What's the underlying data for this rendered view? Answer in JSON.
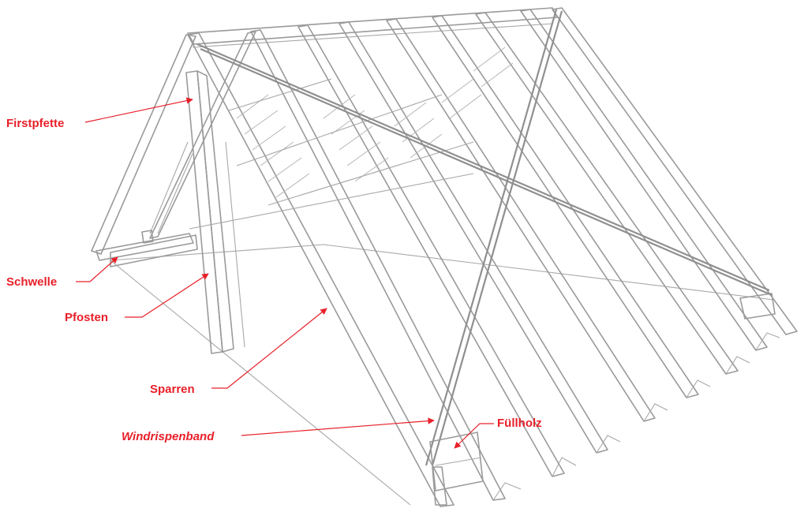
{
  "labels": {
    "firstpfette": "Firstpfette",
    "schwelle": "Schwelle",
    "pfosten": "Pfosten",
    "sparren": "Sparren",
    "windrispenband": "Windrispenband",
    "fuellholz": "Füllholz"
  },
  "colors": {
    "label": "#e8202a",
    "drawing": "#9a9a9a",
    "background": "#ffffff"
  }
}
